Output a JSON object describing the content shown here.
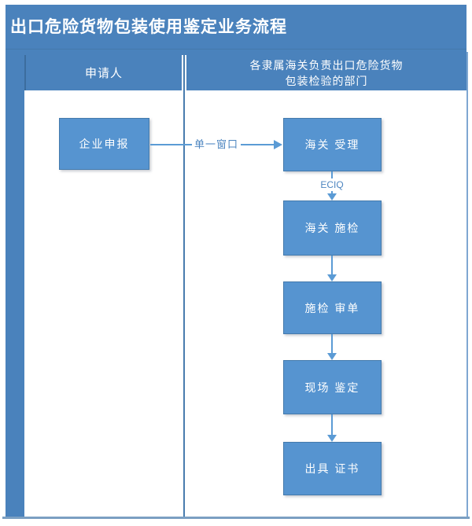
{
  "title": "出口危险货物包装使用鉴定业务流程",
  "lanes": {
    "applicant": {
      "header": "申请人"
    },
    "customs": {
      "header": "各隶属海关负责出口危险货物\n包装检验的部门"
    }
  },
  "nodes": {
    "enterprise_declaration": "企业申报",
    "customs_acceptance": "海关 受理",
    "customs_inspection": "海关 施检",
    "inspection_doc_review": "施检 审单",
    "onsite_appraisal": "现场 鉴定",
    "issue_certificate": "出具 证书"
  },
  "connectors": {
    "single_window_label": "单一窗口",
    "eciq_label": "ECIQ"
  },
  "colors": {
    "lane_header_blue": "#4a82bc",
    "node_fill_blue": "#5694d0",
    "node_border_blue": "#447aac",
    "connector_blue": "#5b9bd5",
    "connector_label_blue": "#4e86c0",
    "outer_border_blue": "#7fa7d2",
    "text_white": "#ffffff"
  }
}
